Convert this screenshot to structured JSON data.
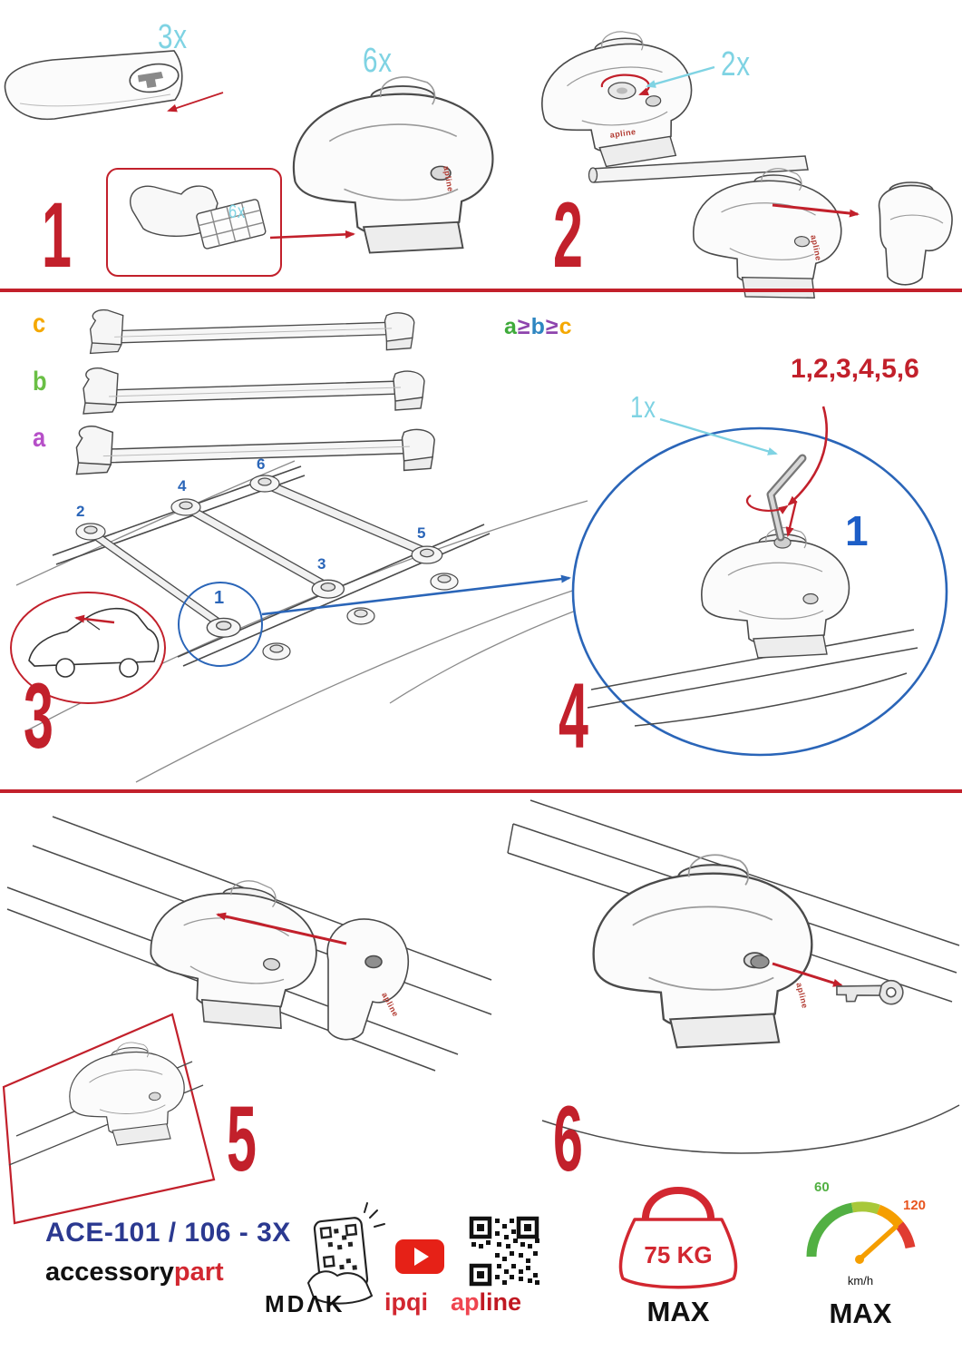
{
  "colors": {
    "accent_red": "#c2202b",
    "qty_cyan": "#7fd3e3",
    "highlight_blue": "#2a65b8",
    "model_navy": "#2b3990",
    "size_a_purple": "#b64fc8",
    "size_b_green": "#6abf45",
    "size_c_orange": "#f5a800",
    "brand_red": "#d22730",
    "gauge_green": "#52b043",
    "gauge_red": "#e03c31"
  },
  "step1": {
    "number": "1",
    "bar_qty": "3x",
    "foot_qty": "6x",
    "pad_qty": "6x"
  },
  "step2": {
    "number": "2",
    "knob_qty": "2x"
  },
  "step3": {
    "number": "3",
    "size_c": "c",
    "size_b": "b",
    "size_a": "a",
    "positions": {
      "p1": "1",
      "p2": "2",
      "p3": "3",
      "p4": "4",
      "p5": "5",
      "p6": "6"
    }
  },
  "step4": {
    "number": "4",
    "ineq": {
      "a": "a",
      "ge1": "≥",
      "b": "b",
      "ge2": "≥",
      "c": "c"
    },
    "sequence": "1,2,3,4,5,6",
    "key_qty": "1x",
    "callout_number": "1"
  },
  "step5": {
    "number": "5"
  },
  "step6": {
    "number": "6"
  },
  "branding": {
    "model": "ACE-101 / 106 - 3X",
    "accessory": "accessory",
    "part": "part",
    "mdak": "MDΛK",
    "ipqi": "ipqi",
    "apline_ap": "ap",
    "apline_line": "line",
    "foot_logo": "apline"
  },
  "limits": {
    "weight": "75 KG",
    "weight_max": "MAX",
    "speed_low": "60",
    "speed_high": "120",
    "speed_unit": "km/h",
    "speed_max": "MAX"
  }
}
